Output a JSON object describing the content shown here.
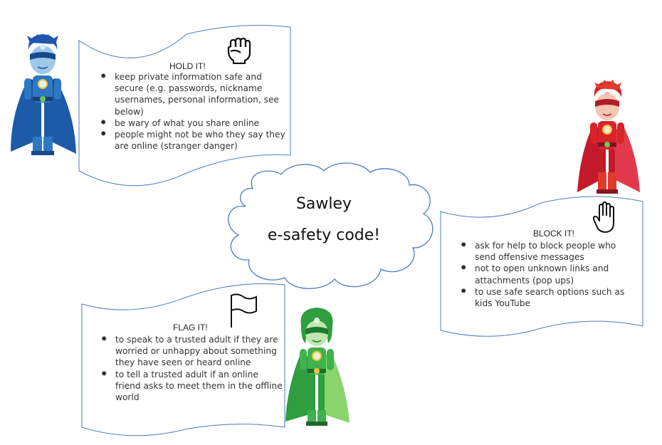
{
  "title": {
    "line1": "Sawley",
    "line2": "e-safety code!"
  },
  "hold_panel": {
    "heading": "HOLD IT!",
    "icon": "fist-icon",
    "bullets": [
      "keep private information safe and secure (e.g. passwords, nickname usernames, personal information, see below)",
      "be wary of what you share online",
      "people might not be who they say they are online (stranger danger)"
    ]
  },
  "block_panel": {
    "heading": "BLOCK IT!",
    "icon": "raised-hand-icon",
    "bullets": [
      "ask for help to block people who send offensive messages",
      "not to open unknown links and attachments (pop ups)",
      "to use safe search options such as kids YouTube"
    ]
  },
  "flag_panel": {
    "heading": "FLAG IT!",
    "icon": "flag-icon",
    "bullets": [
      "to speak to a trusted adult if they are worried or unhappy about something they have seen or heard online",
      "to tell a trusted adult if an online friend asks to meet them in the offline world"
    ]
  },
  "characters": [
    {
      "name": "blue-superhero",
      "color": "#1f5fae"
    },
    {
      "name": "red-superhero",
      "color": "#d8232a"
    },
    {
      "name": "green-superhero",
      "color": "#2e9e3f"
    }
  ],
  "colors": {
    "outline": "#4a7cc0",
    "cloud_fill": "#ffffff"
  }
}
